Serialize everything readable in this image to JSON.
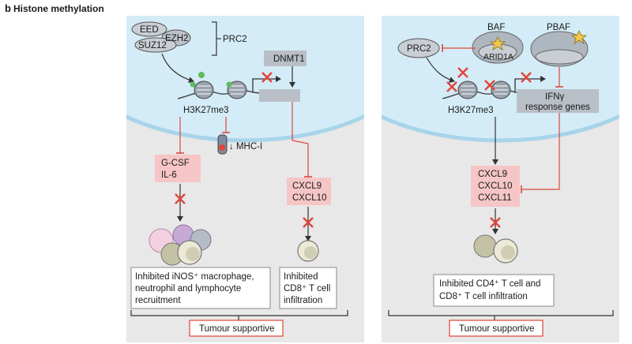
{
  "figure": {
    "panel_letter": "b",
    "title": "Histone methylation"
  },
  "left_panel": {
    "complex_labels": [
      "EED",
      "EZH2",
      "SUZ12"
    ],
    "complex_name": "PRC2",
    "dnmt": "DNMT1",
    "mark": "H3K27me3",
    "mhc": "↓ MHC-I",
    "cytokines": [
      "G-CSF",
      "IL-6"
    ],
    "chemokines": [
      "CXCL9",
      "CXCL10"
    ],
    "outcome_left": [
      "Inhibited iNOS⁺ macrophage,",
      "neutrophil and lymphocyte",
      "recruitment"
    ],
    "outcome_right": [
      "Inhibited",
      "CD8⁺ T cell",
      "infiltration"
    ],
    "summary": "Tumour supportive"
  },
  "right_panel": {
    "prc2": "PRC2",
    "baf": "BAF",
    "pbaf": "PBAF",
    "arid": "ARID1A",
    "mark": "H3K27me3",
    "ifn": [
      "IFNγ",
      "response genes"
    ],
    "chemokines": [
      "CXCL9",
      "CXCL10",
      "CXCL11"
    ],
    "outcome": [
      "Inhibited CD4⁺ T cell and",
      "CD8⁺ T cell infiltration"
    ],
    "summary": "Tumour supportive"
  },
  "colors": {
    "panel_bg": "#e8e8e8",
    "nucleus": "#d4ecf7",
    "nucleus_edge": "#a8d4ea",
    "pink_box": "#f6c6c6",
    "red": "#e0453a",
    "grey_box": "#b9bfc6",
    "dark": "#333333"
  }
}
